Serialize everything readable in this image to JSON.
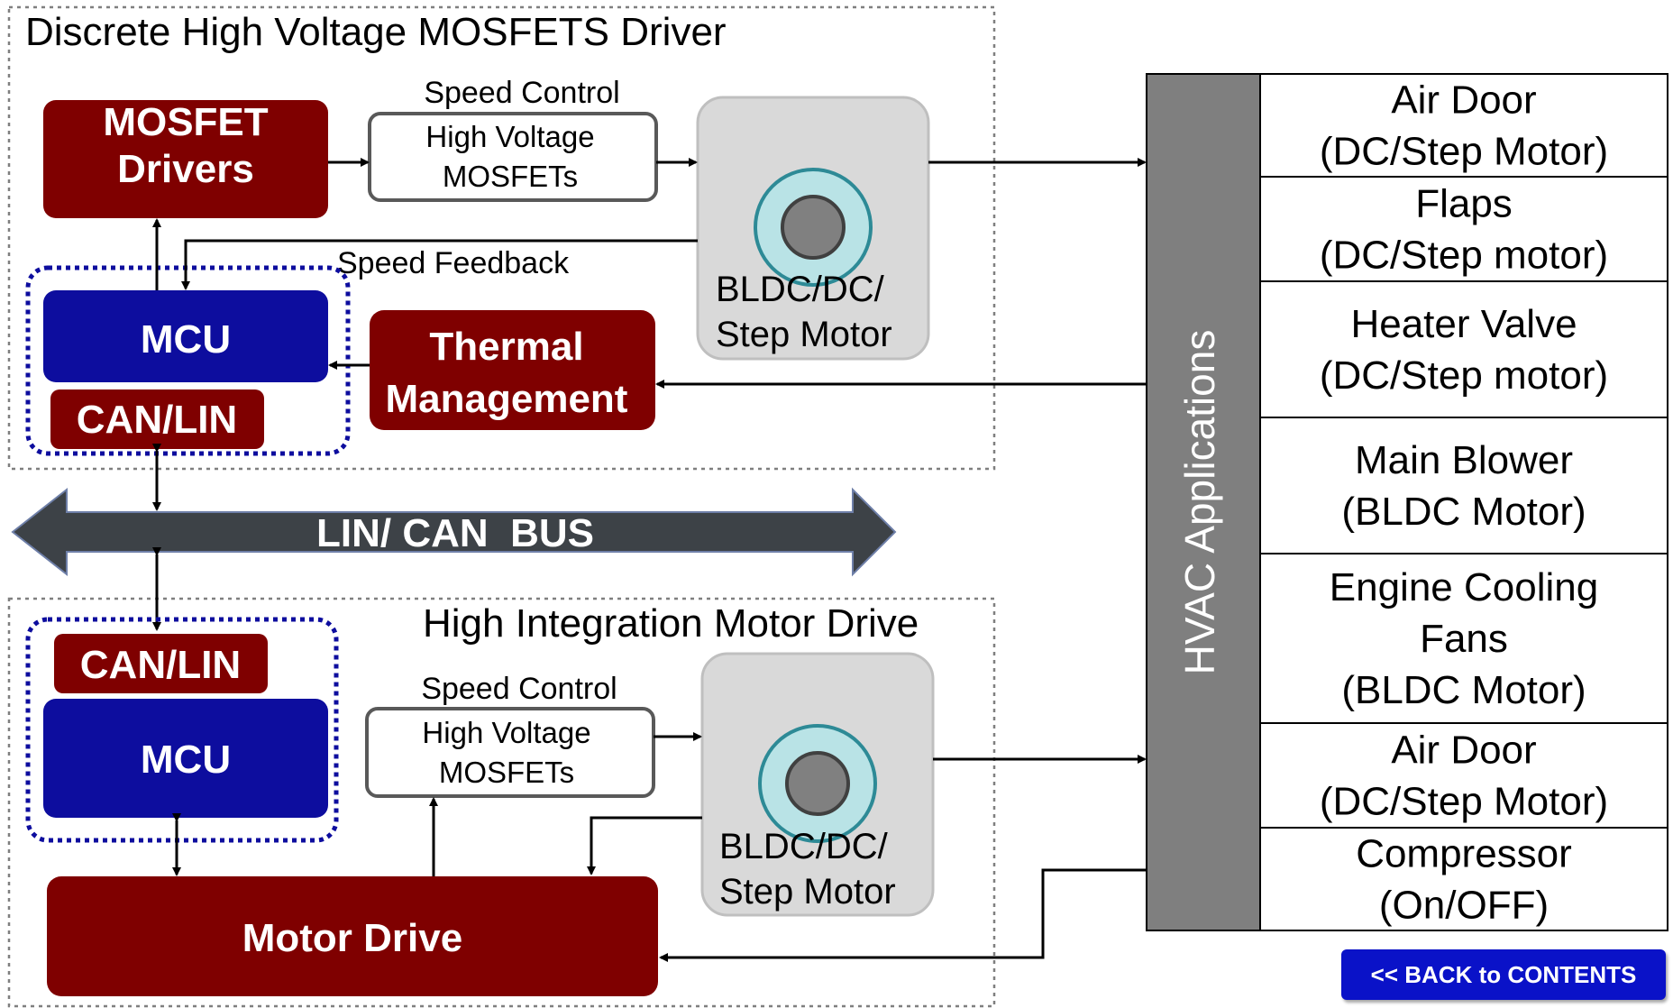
{
  "top_section": {
    "title": "Discrete High Voltage MOSFETS Driver",
    "mosfet_drivers": "MOSFET\nDrivers",
    "speed_control": "Speed Control",
    "hv_mosfets": "High Voltage\nMOSFETs",
    "motor": "BLDC/DC/\nStep Motor",
    "speed_feedback": "Speed Feedback",
    "mcu": "MCU",
    "can_lin": "CAN/LIN",
    "thermal": "Thermal\nManagement"
  },
  "bus": {
    "label": "LIN/ CAN  BUS"
  },
  "bottom_section": {
    "title": "High Integration Motor Drive",
    "can_lin": "CAN/LIN",
    "mcu": "MCU",
    "speed_control": "Speed Control",
    "hv_mosfets": "High Voltage\nMOSFETs",
    "motor": "BLDC/DC/\nStep Motor",
    "motor_drive": "Motor Drive"
  },
  "hvac": {
    "title": "HVAC Applications",
    "items": [
      "Air Door\n(DC/Step Motor)",
      "Flaps\n(DC/Step motor)",
      "Heater Valve\n(DC/Step motor)",
      "Main Blower\n(BLDC Motor)",
      "Engine Cooling\nFans\n(BLDC Motor)",
      "Air Door\n(DC/Step Motor)",
      "Compressor\n(On/OFF)"
    ]
  },
  "back_button": "<< BACK to CONTENTS",
  "colors": {
    "dark_red": "#7f0000",
    "navy": "#0d0d9e",
    "bus": "#3d4247",
    "hvac_bar": "#7f7f7f",
    "motor_box": "#d9d9d9",
    "motor_ring": "#b9e3e6"
  }
}
